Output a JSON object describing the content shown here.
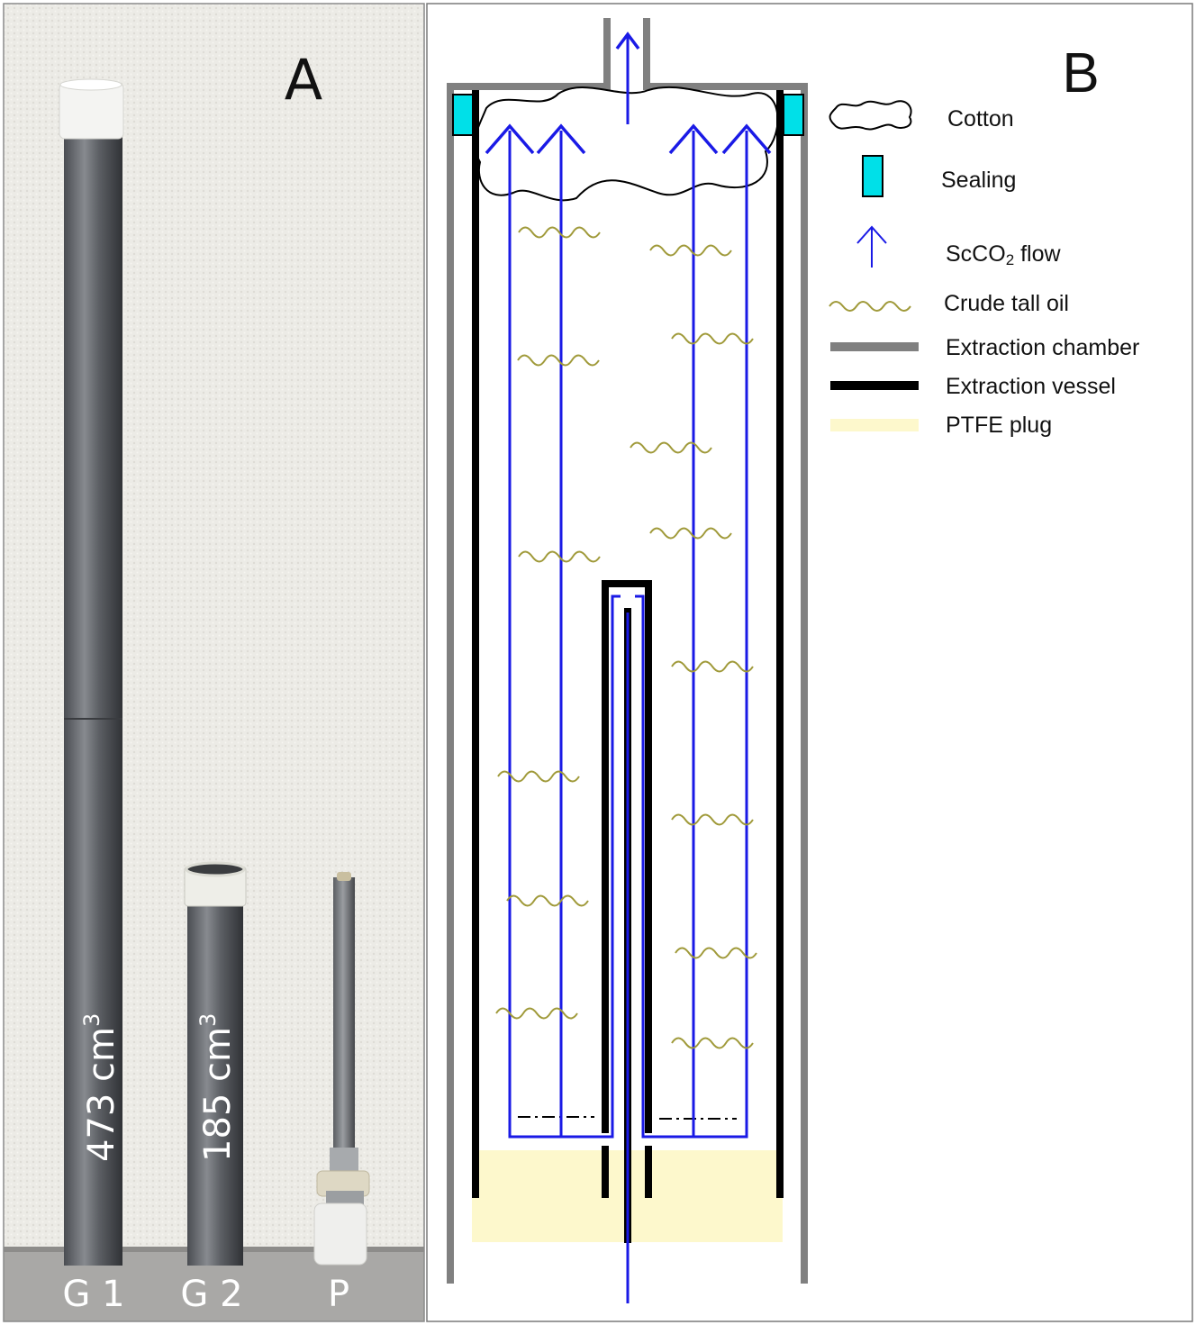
{
  "panel_a": {
    "letter": "A",
    "items": [
      {
        "label": "G 1",
        "volume": "473 cm",
        "volume_sup": "3"
      },
      {
        "label": "G 2",
        "volume": "185 cm",
        "volume_sup": "3"
      },
      {
        "label": "P"
      }
    ]
  },
  "panel_b": {
    "letter": "B",
    "legend": {
      "cotton": "Cotton",
      "sealing": "Sealing",
      "flow_main": "ScCO",
      "flow_sub": "2",
      "flow_rest": " flow",
      "oil": "Crude tall oil",
      "chamber": "Extraction chamber",
      "vessel": "Extraction vessel",
      "plug": "PTFE plug"
    }
  },
  "colors": {
    "chamber": "#808080",
    "vessel": "#000000",
    "flow": "#1a1ae6",
    "oil": "#a09a3a",
    "sealing": "#00e0e8",
    "plug": "#fdf8cc"
  }
}
